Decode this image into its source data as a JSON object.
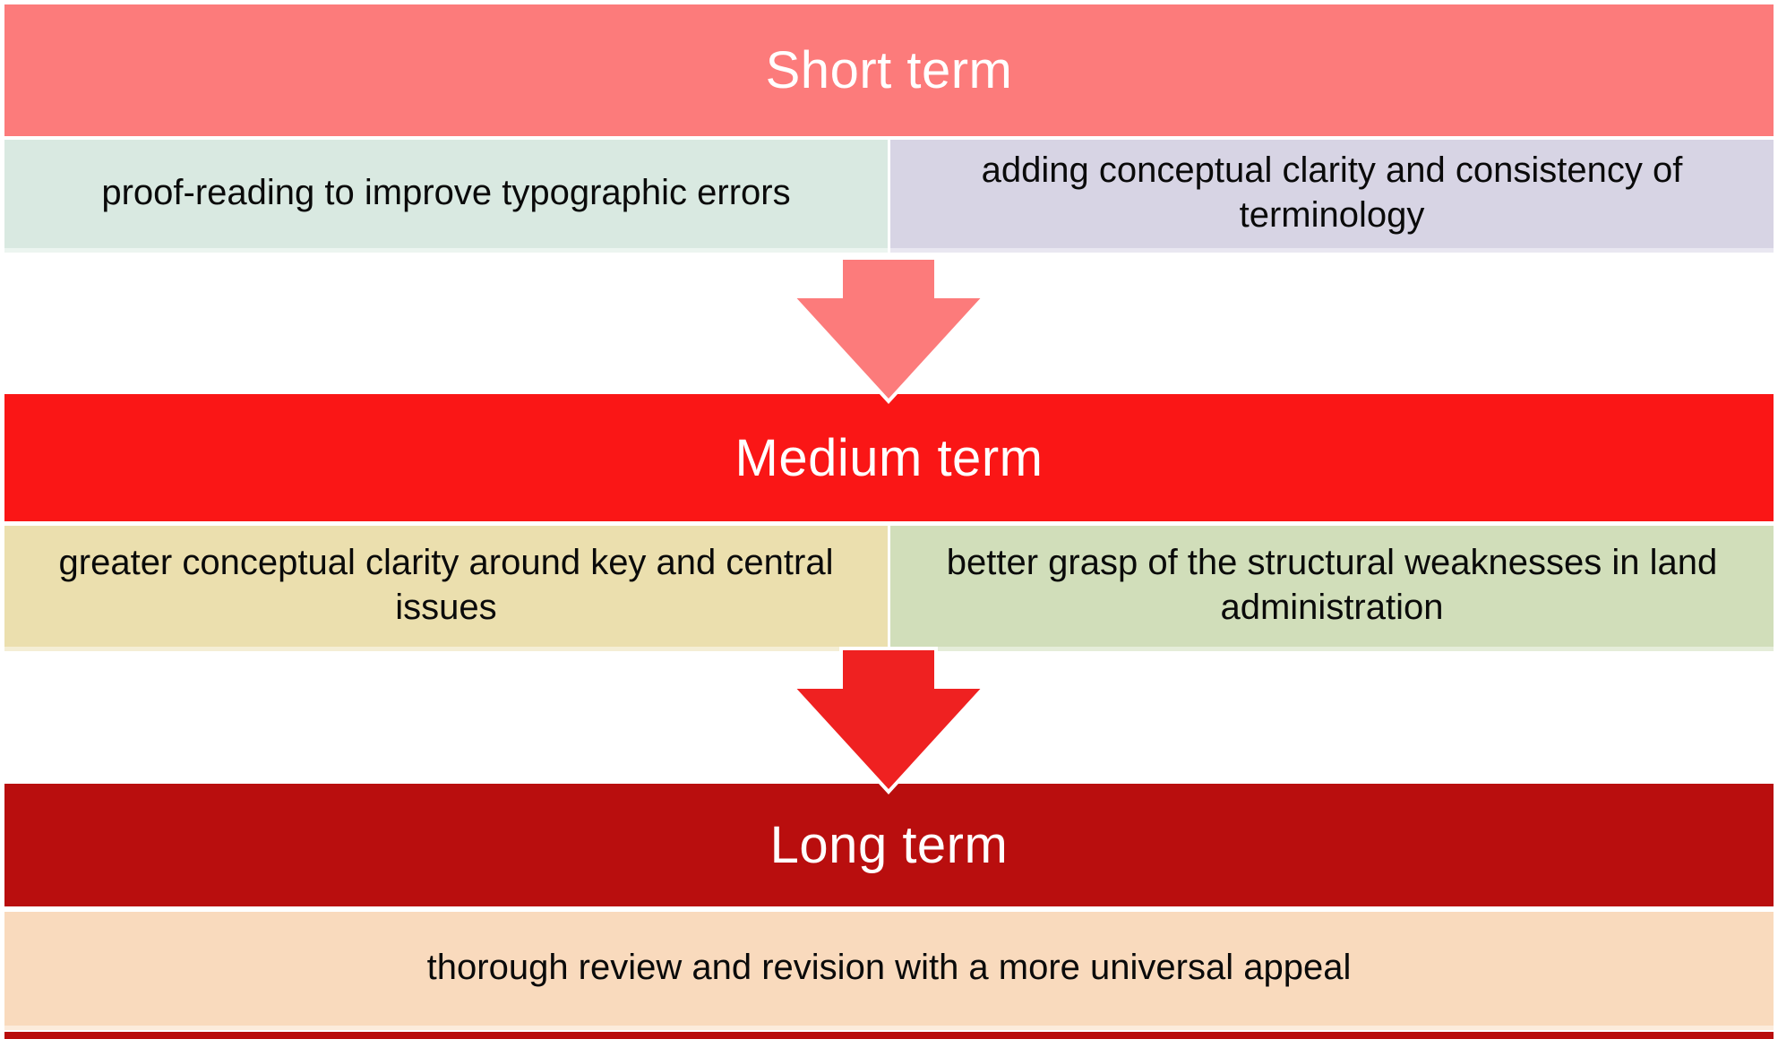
{
  "diagram": {
    "stages": [
      {
        "id": "short-term",
        "label": "Short term",
        "band_color": "#FC7B7B",
        "label_color": "#FFFFFF",
        "cells": [
          {
            "text": "proof-reading to improve typographic errors",
            "bg": "#D9E9E1",
            "edge": "#ECF5F0"
          },
          {
            "text": "adding conceptual clarity and consistency of terminology",
            "bg": "#D7D4E4",
            "edge": "#E9E7F1"
          }
        ]
      },
      {
        "id": "medium-term",
        "label": "Medium term",
        "band_color": "#FA1616",
        "label_color": "#FFFFFF",
        "cells": [
          {
            "text": "greater conceptual clarity around key and central issues",
            "bg": "#EBDFAE",
            "edge": "#F4EED5"
          },
          {
            "text": "better grasp of the structural weaknesses in land administration",
            "bg": "#D1DEBA",
            "edge": "#E5EDD9"
          }
        ]
      },
      {
        "id": "long-term",
        "label": "Long term",
        "band_color": "#B90E0E",
        "label_color": "#FFFFFF",
        "cells": [
          {
            "text": "thorough review and revision with a more universal appeal",
            "bg": "#F9DABD",
            "edge": "#FCEBDB"
          }
        ]
      }
    ],
    "arrows": [
      {
        "direction": "down",
        "color": "#FC7B7B",
        "outline": "#FFFFFF"
      },
      {
        "direction": "down",
        "color": "#EF2121",
        "outline": "#FFFFFF"
      }
    ],
    "bottom_strip_color": "#B90E0E",
    "text_color": "#0A0A0A",
    "background_color": "#FFFFFF"
  }
}
